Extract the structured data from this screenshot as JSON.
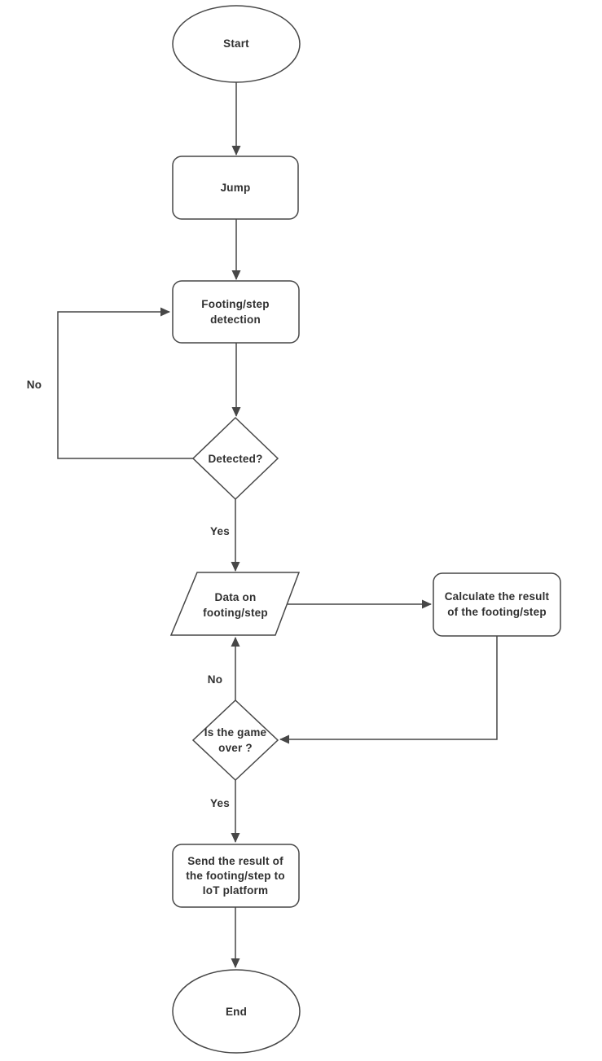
{
  "diagram": {
    "background_color": "#ffffff",
    "stroke_color": "#474747",
    "text_color": "#303030",
    "nodes": {
      "start": {
        "shape": "terminator",
        "lines": [
          "Start"
        ]
      },
      "jump": {
        "shape": "process",
        "lines": [
          "Jump"
        ]
      },
      "footing_step_detection": {
        "shape": "process",
        "lines": [
          "Footing/step",
          "detection"
        ]
      },
      "detected": {
        "shape": "decision",
        "lines": [
          "Detected?"
        ]
      },
      "data_on_footing_step": {
        "shape": "data",
        "lines": [
          "Data on",
          "footing/step"
        ]
      },
      "calculate_result": {
        "shape": "process",
        "lines": [
          "Calculate the result",
          "of the footing/step"
        ]
      },
      "is_game_over": {
        "shape": "decision",
        "lines": [
          "Is the game",
          "over ?"
        ]
      },
      "send_result": {
        "shape": "process",
        "lines": [
          "Send the result of",
          "the footing/step to",
          "IoT platform"
        ]
      },
      "end": {
        "shape": "terminator",
        "lines": [
          "End"
        ]
      }
    },
    "edge_labels": {
      "detected_no": "No",
      "detected_yes": "Yes",
      "game_over_no": "No",
      "game_over_yes": "Yes"
    }
  }
}
